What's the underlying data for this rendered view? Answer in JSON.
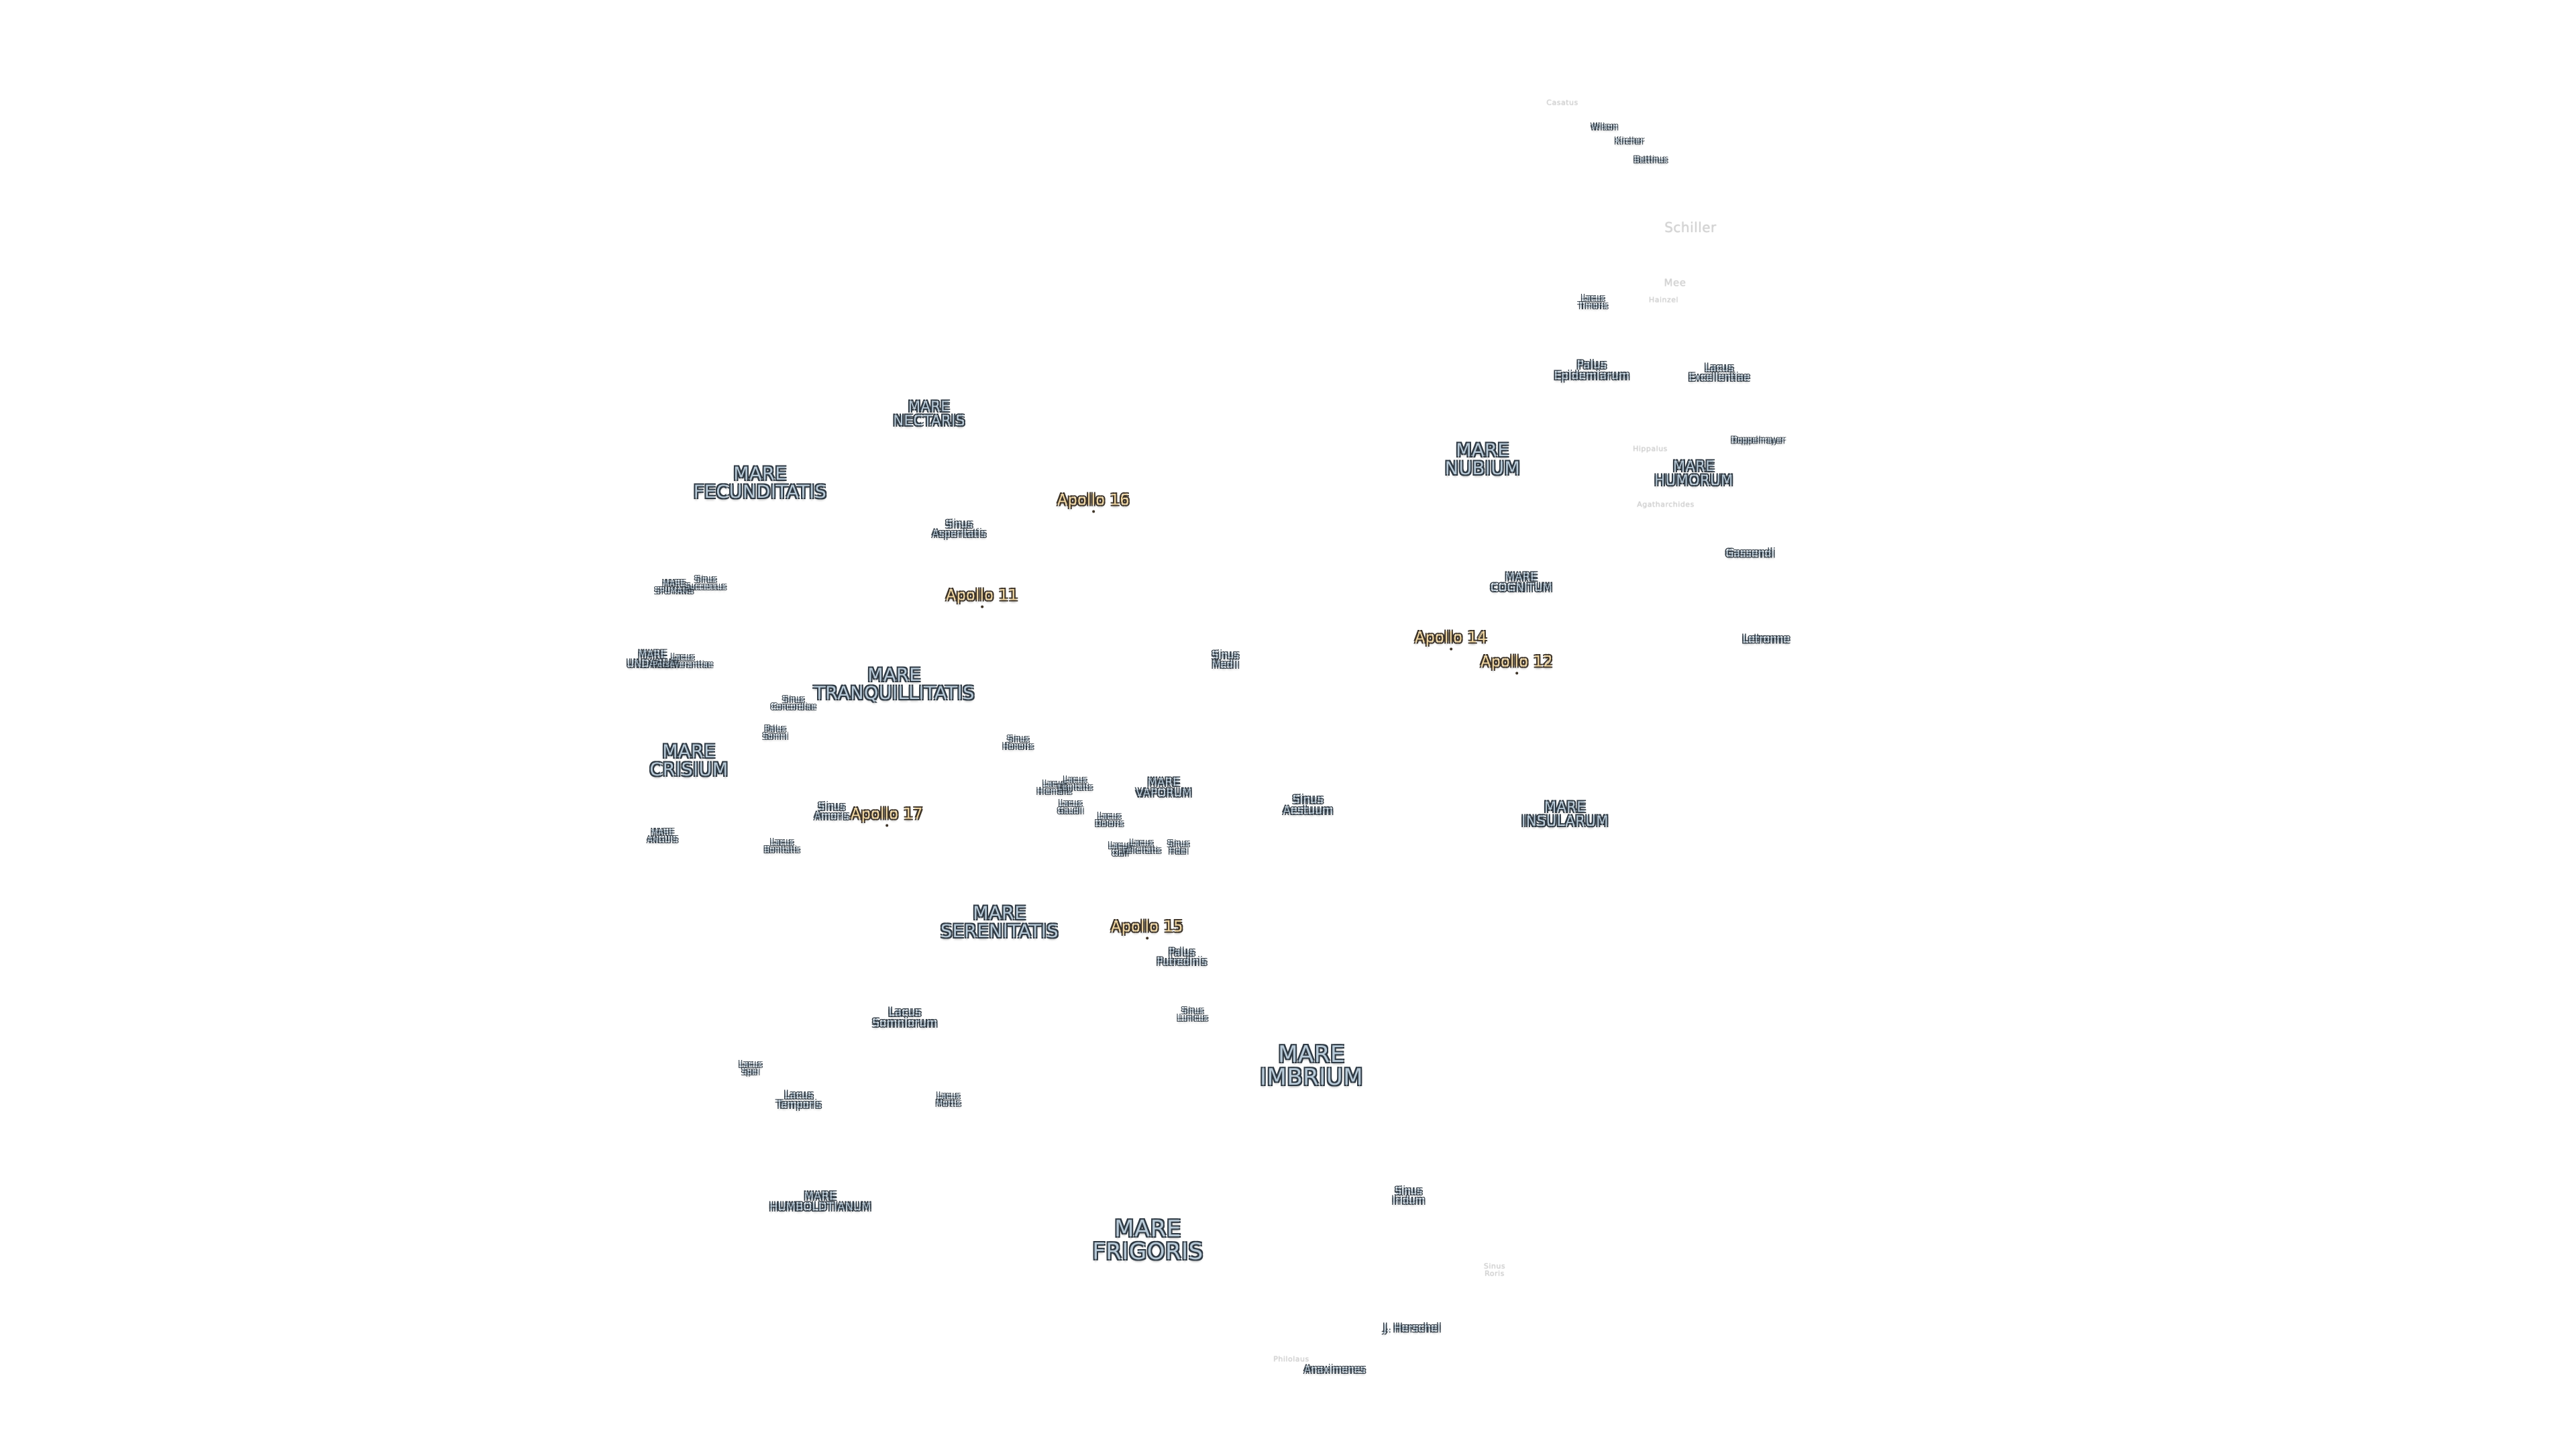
{
  "maria": {
    "nectaris": [
      "MARE",
      "NECTARIS"
    ],
    "fecunditatis": [
      "MARE",
      "FECUNDITATIS"
    ],
    "spumans": [
      "MARE",
      "SPUMANS"
    ],
    "undarum": [
      "MARE",
      "UNDARUM"
    ],
    "tranquillitatis": [
      "MARE",
      "TRANQUILLITATIS"
    ],
    "crisium": [
      "MARE",
      "CRISIUM"
    ],
    "anguis": [
      "MARE",
      "ANGUIS"
    ],
    "serenitatis": [
      "MARE",
      "SERENITATIS"
    ],
    "vaporum": [
      "MARE",
      "VAPORUM"
    ],
    "imbrium": [
      "MARE",
      "IMBRIUM"
    ],
    "humboldtianum": [
      "MARE",
      "HUMBOLDTIANUM"
    ],
    "frigoris": [
      "MARE",
      "FRIGORIS"
    ],
    "nubium": [
      "MARE",
      "NUBIUM"
    ],
    "humorum": [
      "MARE",
      "HUMORUM"
    ],
    "cognitum": [
      "MARE",
      "COGNITUM"
    ],
    "insularum": [
      "MARE",
      "INSULARUM"
    ]
  },
  "sinus": {
    "asperitatis": [
      "Sinus",
      "Asperitatis"
    ],
    "successus": [
      "Sinus",
      "Successus"
    ],
    "concordiae": [
      "Sinus",
      "Concordiae"
    ],
    "amoris": [
      "Sinus",
      "Amoris"
    ],
    "honoris": [
      "Sinus",
      "Honoris"
    ],
    "medii": [
      "Sinus",
      "Medii"
    ],
    "aestuum": [
      "Sinus",
      "Aestuum"
    ],
    "fidei": [
      "Sinus",
      "Fidei"
    ],
    "lunicus": [
      "Sinus",
      "Lunicus"
    ],
    "iridum": [
      "Sinus",
      "Iridum"
    ],
    "roris": [
      "Sinus",
      "Roris"
    ]
  },
  "lacus": {
    "perseverantiae": [
      "Lacus",
      "Perseverantiae"
    ],
    "bonitatis": [
      "Lacus",
      "Bonitatis"
    ],
    "somniorum": [
      "Lacus",
      "Somniorum"
    ],
    "spei": [
      "Lacus",
      "Spei"
    ],
    "temporis": [
      "Lacus",
      "Temporis"
    ],
    "mortis": [
      "Lacus",
      "Mortis"
    ],
    "hiemalis": [
      "Lacus",
      "Hiemalis"
    ],
    "lenitatis": [
      "Lacus",
      "Lenitatis"
    ],
    "gaudii": [
      "Lacus",
      "Gaudii"
    ],
    "doloris": [
      "Lacus",
      "Doloris"
    ],
    "odii": [
      "Lacus",
      "Odii"
    ],
    "felicitatis": [
      "Lacus",
      "Felicitatis"
    ],
    "timoris": [
      "Lacus",
      "Timoris"
    ],
    "excellentiae": [
      "Lacus",
      "Excellentiae"
    ]
  },
  "paludes": {
    "somni": [
      "Palus",
      "Somni"
    ],
    "putredinis": [
      "Palus",
      "Putredinis"
    ],
    "epidemiarum": [
      "Palus",
      "Epidemiarum"
    ]
  },
  "apollo": {
    "a11": "Apollo 11",
    "a12": "Apollo 12",
    "a14": "Apollo 14",
    "a15": "Apollo 15",
    "a16": "Apollo 16",
    "a17": "Apollo 17"
  },
  "craters": {
    "casatus": "Casatus",
    "wilson": "Wilson",
    "kircher": "Kircher",
    "bettinus": "Bettinus",
    "schiller": "Schiller",
    "mee": "Mee",
    "hainzel": "Hainzel",
    "hippalus": "Hippalus",
    "doppelmayer": "Doppelmayer",
    "agatharchides": "Agatharchides",
    "gassendi": "Gassendi",
    "letronne": "Letronne",
    "jherschel": "J. Herschel",
    "philolaus": "Philolaus",
    "anaximenes": "Anaximenes"
  },
  "colors": {
    "label_fill": "#b8cad8",
    "label_outline": "#2f3a44",
    "apollo_fill": "#f3d9a4",
    "faint": "#d4d4d4",
    "background": "#ffffff"
  }
}
